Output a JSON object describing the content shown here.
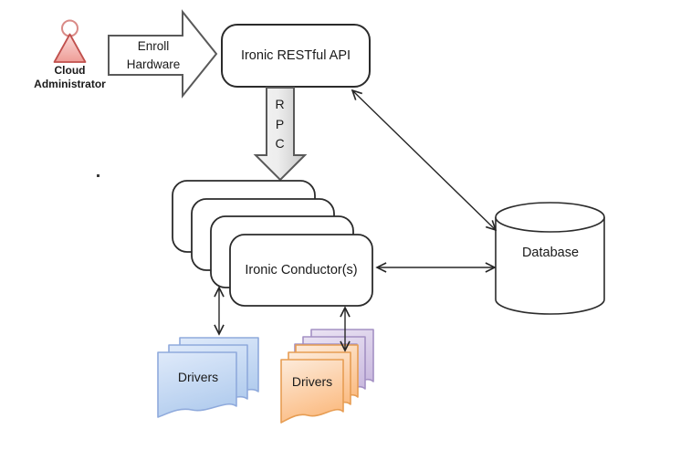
{
  "actor": {
    "label_lines": [
      "Cloud",
      "Administrator"
    ],
    "head_stroke": "#d98a86",
    "body_fill_top": "#fbdcda",
    "body_fill_bottom": "#ee9c96",
    "body_stroke": "#c0504d"
  },
  "enroll_arrow": {
    "label_lines": [
      "Enroll",
      "Hardware"
    ]
  },
  "api_box": {
    "label": "Ironic RESTful API"
  },
  "rpc_arrow": {
    "letters": [
      "R",
      "P",
      "C"
    ]
  },
  "conductor_stack": {
    "label": "Ironic Conductor(s)"
  },
  "database": {
    "label": "Database"
  },
  "drivers_blue": {
    "label": "Drivers",
    "fill_top": "#dfeafa",
    "fill_bottom": "#b3cdee",
    "stroke": "#8faadc"
  },
  "drivers_orange": {
    "label": "Drivers",
    "fill_top": "#fdebdb",
    "fill_bottom": "#fbbd85",
    "stroke": "#e79d53"
  },
  "drivers_purple": {
    "fill_top": "#eae3f3",
    "fill_bottom": "#cabadf",
    "stroke": "#a491c4"
  },
  "block_arrows": {
    "fill": "#ffffff",
    "rpc_fill_light": "#f4f4f4",
    "rpc_fill_dark": "#c9c9c9",
    "stroke": "#595959"
  },
  "boxes": {
    "fill": "#ffffff",
    "stroke": "#2b2b2b"
  },
  "line_color": "#262626"
}
